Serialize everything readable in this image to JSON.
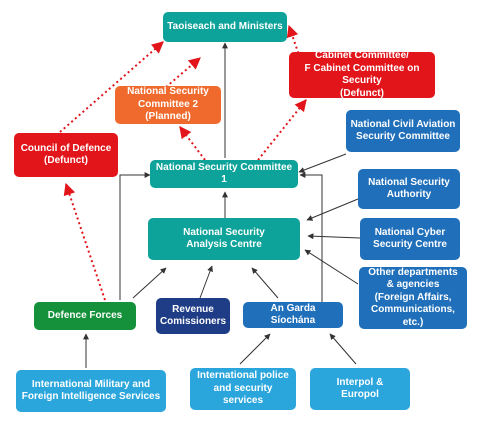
{
  "colors": {
    "teal": "#0ea39a",
    "red": "#e2151b",
    "orange": "#ef6a2c",
    "blue": "#1f6fba",
    "light_blue": "#2aa6dd",
    "green": "#14913a",
    "navy": "#1e3d86",
    "arrow_solid": "#333333",
    "arrow_dotted": "#e2151b"
  },
  "nodes": {
    "taoiseach": "Taoiseach and Ministers",
    "cabinet_committee": "Cabinet Committee/\nF Cabinet Committee on Security\n(Defunct)",
    "nsc2": "National Security\nCommittee 2 (Planned)",
    "council_defence": "Council of Defence\n(Defunct)",
    "civil_aviation": "National Civil Aviation\nSecurity Committee",
    "nsc1": "National Security Committee 1",
    "ns_authority": "National Security\nAuthority",
    "nsac": "National Security\nAnalysis Centre",
    "cyber": "National Cyber\nSecurity Centre",
    "other_departments": "Other departments\n& agencies\n(Foreign Affairs,\nCommunications, etc.)",
    "defence_forces": "Defence Forces",
    "revenue": "Revenue\nComissioners",
    "garda": "An Garda Síochána",
    "intl_military": "International Military and\nForeign Intelligence Services",
    "intl_police": "International police\nand security services",
    "interpol": "Interpol &\nEuropol"
  }
}
